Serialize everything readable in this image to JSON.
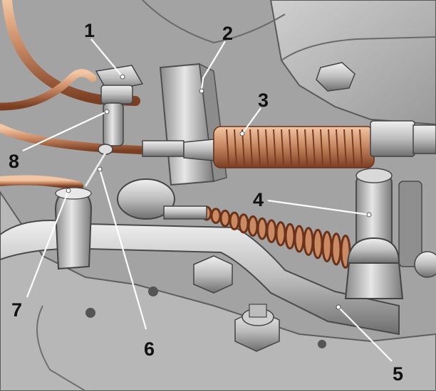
{
  "figure": {
    "callouts": [
      {
        "id": "callout-1",
        "number": "1"
      },
      {
        "id": "callout-2",
        "number": "2"
      },
      {
        "id": "callout-3",
        "number": "3"
      },
      {
        "id": "callout-4",
        "number": "4"
      },
      {
        "id": "callout-5",
        "number": "5"
      },
      {
        "id": "callout-6",
        "number": "6"
      },
      {
        "id": "callout-7",
        "number": "7"
      },
      {
        "id": "callout-8",
        "number": "8"
      }
    ]
  },
  "colors": {
    "background": "#9c9c9c",
    "metal_light": "#d8d8d8",
    "metal_dark": "#6e6e6e",
    "copper": "#c98a64",
    "copper_dark": "#8a4a2c",
    "leader_lines": "#ffffff",
    "label_text": "#111111"
  }
}
